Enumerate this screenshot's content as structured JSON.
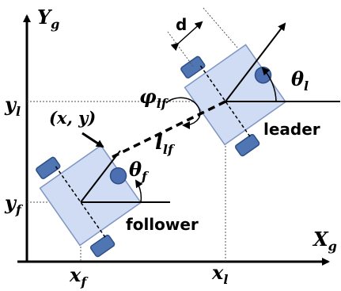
{
  "axes": {
    "y_axis": {
      "base": "Y",
      "sub": "g"
    },
    "x_axis": {
      "base": "X",
      "sub": "g"
    }
  },
  "robots": {
    "leader": {
      "label": "leader",
      "theta": {
        "base": "θ",
        "sub": "l"
      }
    },
    "follower": {
      "label": "follower",
      "theta": {
        "base": "θ",
        "sub": "f"
      }
    }
  },
  "coordinates": {
    "y_leader": {
      "base": "y",
      "sub": "l"
    },
    "y_follower": {
      "base": "y",
      "sub": "f"
    },
    "x_follower": {
      "base": "x",
      "sub": "f"
    },
    "x_leader": {
      "base": "x",
      "sub": "l"
    }
  },
  "annotations": {
    "point": "(x, y)",
    "distance_d": "d",
    "phi": {
      "base": "φ",
      "sub": "lf"
    },
    "length": {
      "base": "l",
      "sub": "lf"
    }
  },
  "colors": {
    "body_fill": "#cfdcf3",
    "body_stroke": "#7f95c2",
    "wheel_fill": "#4f76b3",
    "wheel_stroke": "#2d4e86",
    "marker_fill": "#4d6fb2"
  }
}
